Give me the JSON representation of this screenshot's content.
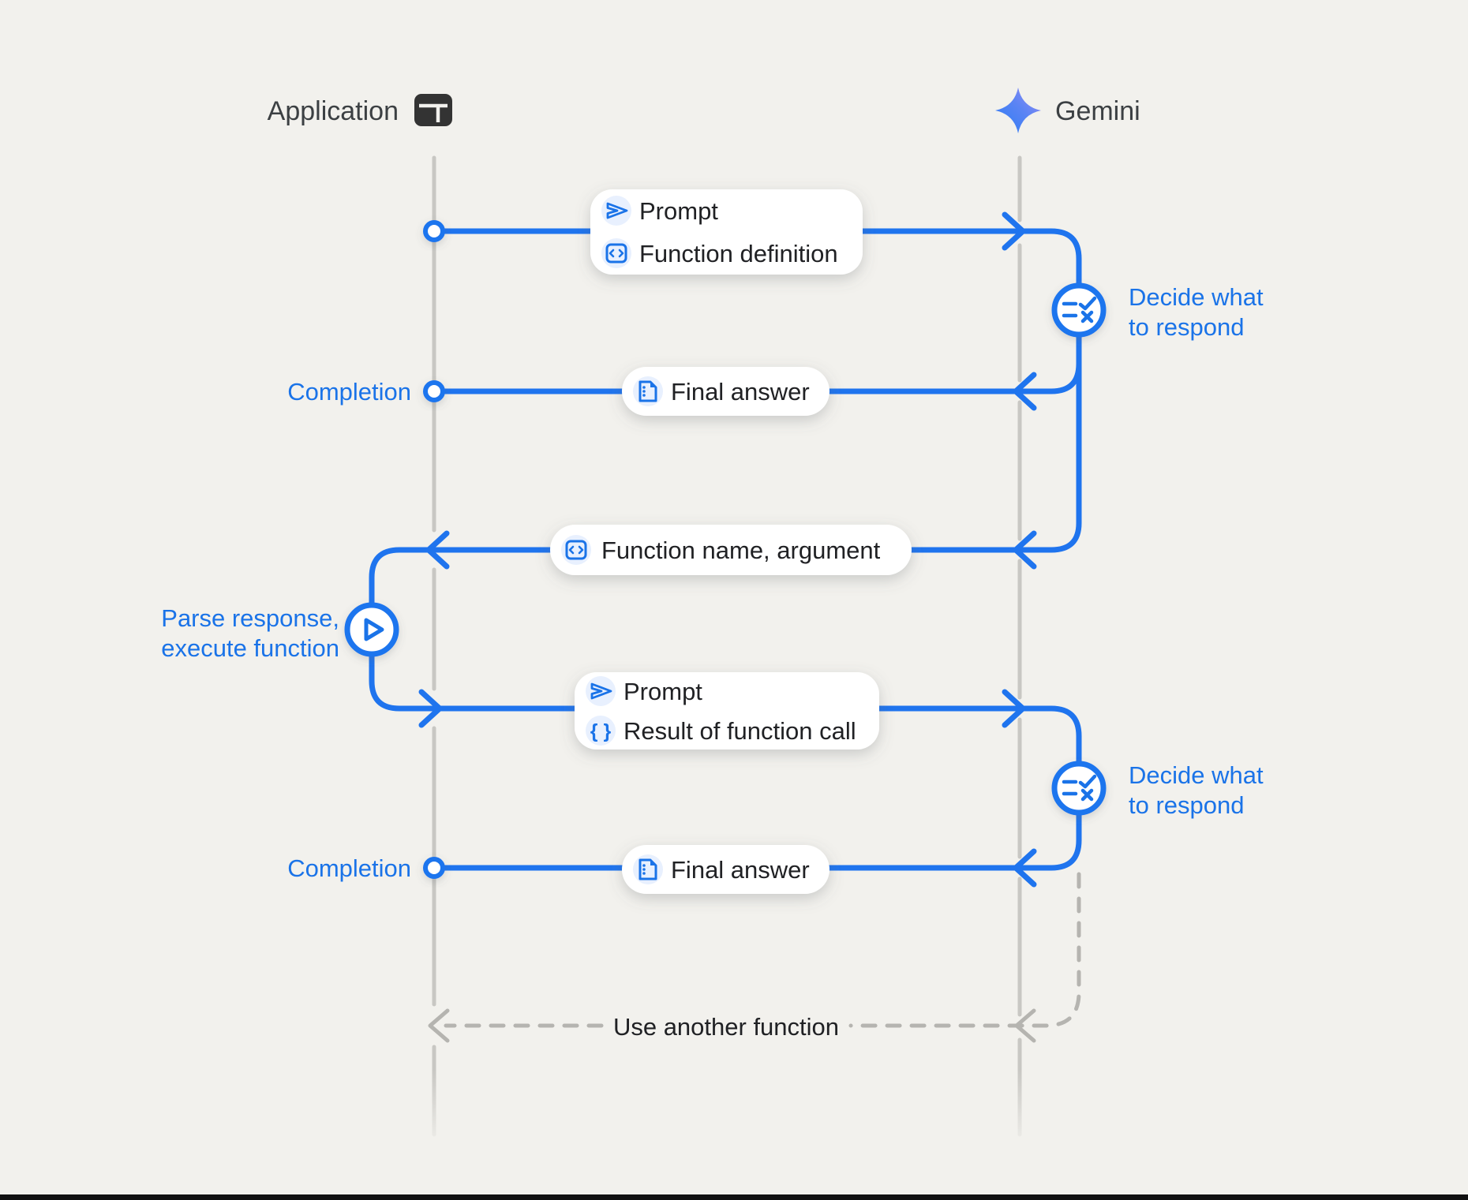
{
  "page": {
    "background": "#f2f1ed",
    "bottom_bar_color": "#111111"
  },
  "colors": {
    "accent_blue": "#1a73e8",
    "line_blue": "#1f74ee",
    "text_dark": "#202124",
    "header_text": "#3c4043",
    "lifeline_gray": "#c8c7c3",
    "dashed_gray": "#b5b4b0",
    "icon_chip_bg": "#e8f0fe",
    "box_bg": "#ffffff",
    "gemini_star_gradient": [
      "#2a7cf5",
      "#9b8df2"
    ]
  },
  "actors": {
    "application": {
      "label": "Application",
      "icon": "app-window-icon"
    },
    "gemini": {
      "label": "Gemini",
      "icon": "gemini-sparkle-icon"
    }
  },
  "messages": {
    "prompt_function_definition": {
      "rows": [
        {
          "icon": "send-icon",
          "label": "Prompt"
        },
        {
          "icon": "code-block-icon",
          "label": "Function definition"
        }
      ]
    },
    "final_answer_1": {
      "rows": [
        {
          "icon": "document-icon",
          "label": "Final answer"
        }
      ]
    },
    "function_name_argument": {
      "rows": [
        {
          "icon": "code-block-icon",
          "label": "Function name, argument"
        }
      ]
    },
    "prompt_result": {
      "rows": [
        {
          "icon": "send-icon",
          "label": "Prompt"
        },
        {
          "icon": "braces-icon",
          "label": "Result of function call"
        }
      ]
    },
    "final_answer_2": {
      "rows": [
        {
          "icon": "document-icon",
          "label": "Final answer"
        }
      ]
    }
  },
  "annotations": {
    "completion_1": "Completion",
    "completion_2": "Completion",
    "decide_1": {
      "line1": "Decide what",
      "line2": "to respond"
    },
    "decide_2": {
      "line1": "Decide what",
      "line2": "to respond"
    },
    "parse": {
      "line1": "Parse response,",
      "line2": "execute function"
    },
    "use_another_function": "Use another function"
  },
  "icon_glyphs": {
    "braces": "{ }"
  }
}
